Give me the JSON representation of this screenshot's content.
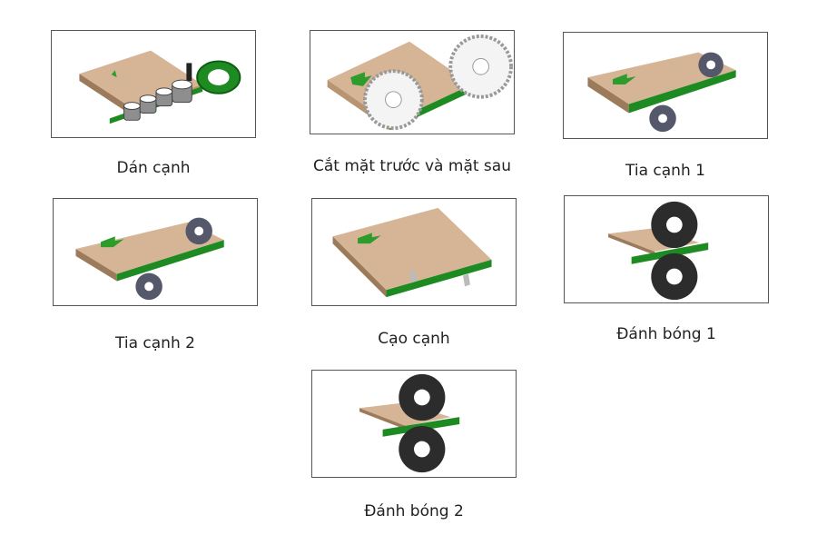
{
  "colors": {
    "board_top": "#d6b596",
    "board_front": "#b89473",
    "board_side": "#9c7a5c",
    "edge_band": "#1d8a22",
    "arrow": "#2e9c2a",
    "wheel": "#2c2c2c",
    "cutter": "#54586a",
    "saw": "#f4f4f4"
  },
  "steps": [
    {
      "caption": "Dán cạnh",
      "icon": "edge-banding-icon"
    },
    {
      "caption": "Cắt mặt trước và mặt sau",
      "icon": "end-trimming-saw-icon"
    },
    {
      "caption": "Tia cạnh 1",
      "icon": "rough-trimming-cutter-icon"
    },
    {
      "caption": "Tia cạnh 2",
      "icon": "fine-trimming-cutter-icon"
    },
    {
      "caption": "Cạo cạnh",
      "icon": "edge-scraper-icon"
    },
    {
      "caption": "Đánh bóng 1",
      "icon": "buffing-wheel-icon"
    },
    {
      "caption": "Đánh bóng 2",
      "icon": "buffing-wheel-icon"
    }
  ]
}
